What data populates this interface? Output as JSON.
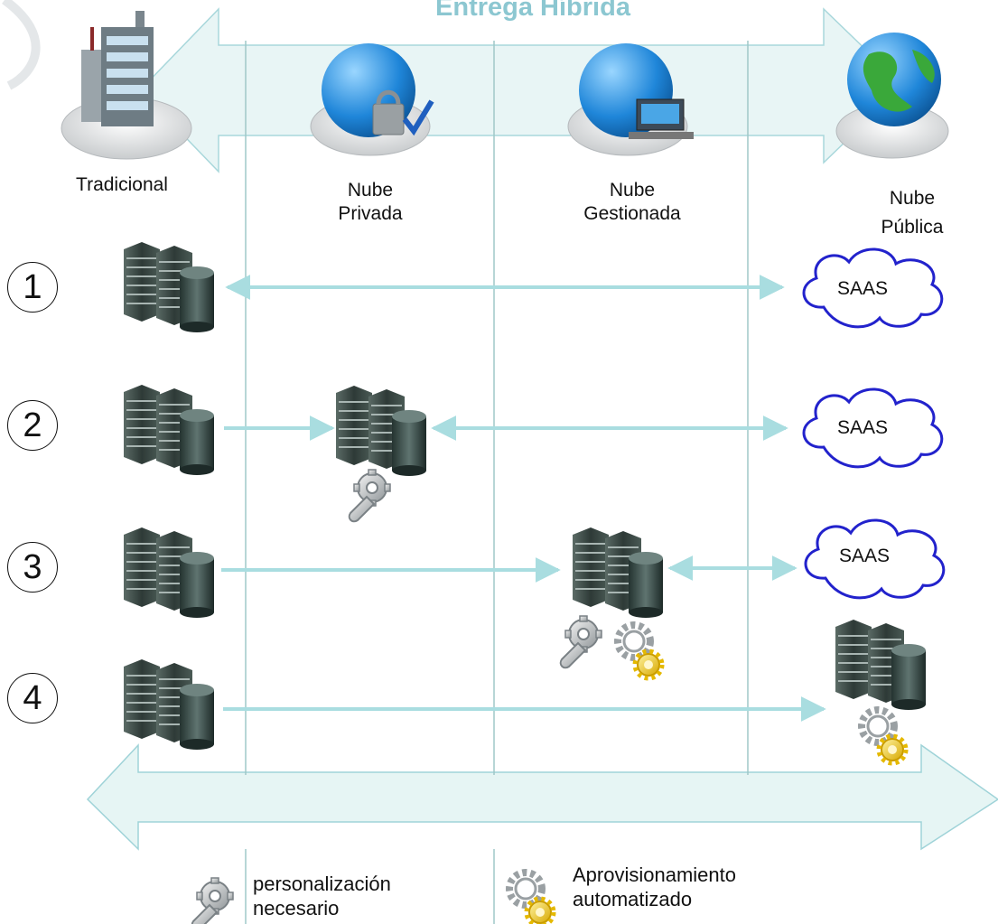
{
  "title": "Entrega Híbrida",
  "columns": [
    {
      "line1": "Tradicional",
      "line2": ""
    },
    {
      "line1": "Nube",
      "line2": "Privada"
    },
    {
      "line1": "Nube",
      "line2": "Gestionada"
    },
    {
      "line1": "Nube",
      "line2": "Pública"
    }
  ],
  "steps": [
    "1",
    "2",
    "3",
    "4"
  ],
  "saas_label": "SAAS",
  "legend": {
    "customization": {
      "line1": "personalización",
      "line2": "necesario",
      "icon": "wrench-gear-icon"
    },
    "automation": {
      "line1": "Aprovisionamiento",
      "line2": "automatizado",
      "icon": "gold-gears-icon"
    }
  },
  "colors": {
    "title": "#8cc7d1",
    "arrow_fill": "#e6f5f4",
    "arrow_stroke": "#9fd3d8",
    "connector": "#a9dde0",
    "gridline": "#9fc8c8",
    "server": "#3d4b48",
    "cloud_stroke": "#2222cc"
  }
}
